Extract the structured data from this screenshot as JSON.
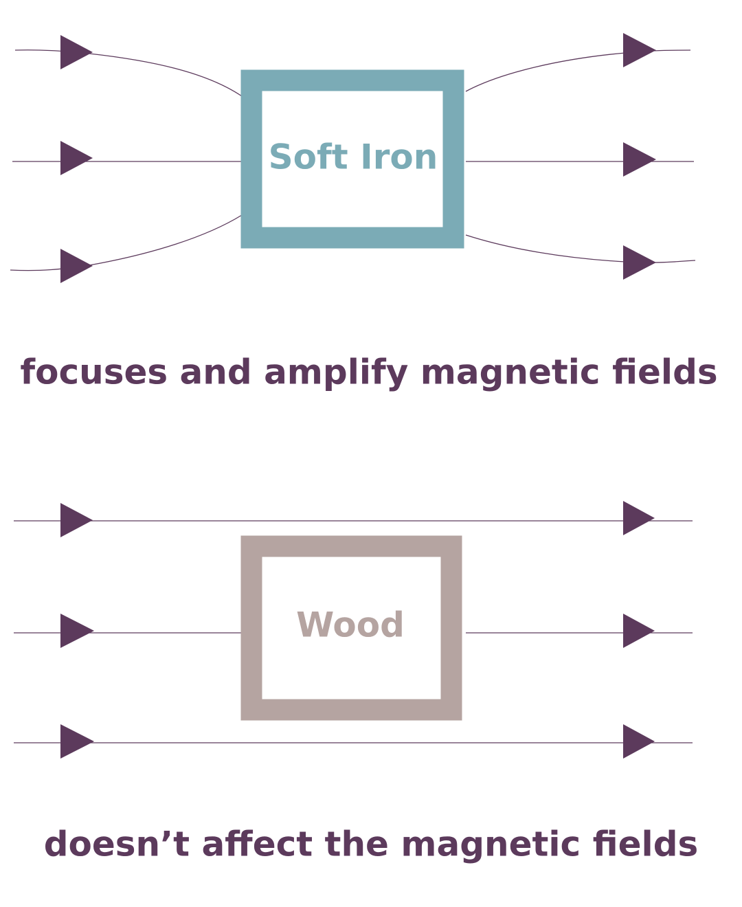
{
  "colors": {
    "field_line": "#5c3a5c",
    "arrow": "#5c3a5c",
    "soft_iron": "#7babb6",
    "wood": "#b5a4a1",
    "caption": "#5c3a5c"
  },
  "soft_iron_panel": {
    "box_label": "Soft Iron",
    "caption": "focuses and amplify magnetic fields"
  },
  "wood_panel": {
    "box_label": "Wood",
    "caption": "doesn’t affect the magnetic fields"
  }
}
